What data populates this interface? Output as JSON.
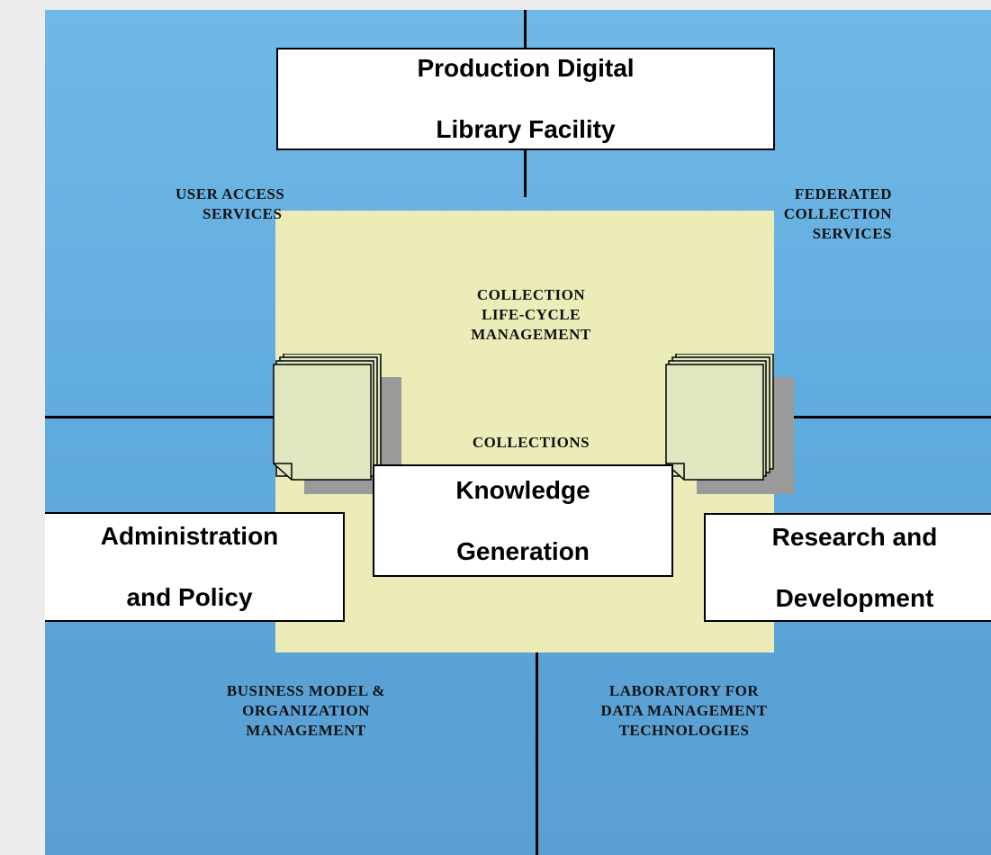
{
  "diagram": {
    "boxes": {
      "production": [
        "Production Digital",
        "Library Facility"
      ],
      "administration": [
        "Administration",
        "and Policy"
      ],
      "research": [
        "Research and",
        "Development"
      ],
      "knowledge": [
        "Knowledge",
        "Generation"
      ]
    },
    "labels": {
      "user_access": [
        "USER ACCESS",
        "SERVICES"
      ],
      "federated": [
        "FEDERATED",
        "COLLECTION",
        "SERVICES"
      ],
      "lifecycle": [
        "COLLECTION",
        "LIFE-CYCLE",
        "MANAGEMENT"
      ],
      "collections": "COLLECTIONS",
      "business": [
        "BUSINESS MODEL &",
        "ORGANIZATION",
        "MANAGEMENT"
      ],
      "laboratory": [
        "LABORATORY FOR",
        "DATA MANAGEMENT",
        "TECHNOLOGIES"
      ]
    },
    "icons": [
      "document-stack-icon",
      "document-stack-icon"
    ],
    "colors": {
      "background": "#62addf",
      "center_panel": "#ececb9",
      "page_fill": "#e0e6bf",
      "shadow": "#9a9a9a",
      "page_border": "#ececec"
    }
  }
}
